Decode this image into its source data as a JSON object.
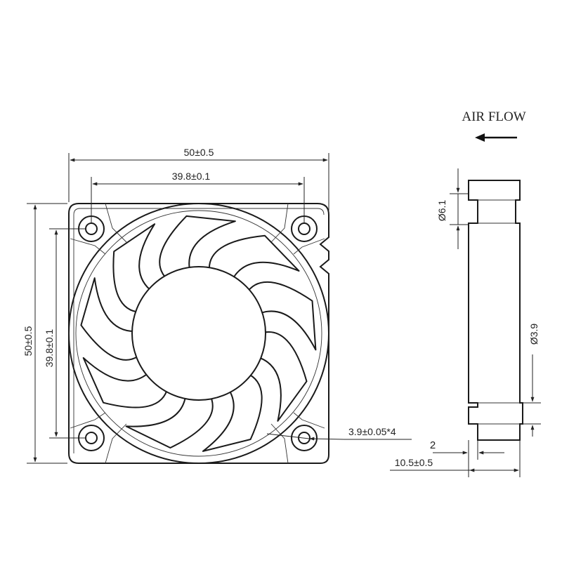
{
  "front_view": {
    "width_dim": "50±0.5",
    "hole_spacing_horizontal": "39.8±0.1",
    "height_dim": "50±0.5",
    "hole_spacing_vertical": "39.8±0.1",
    "mount_hole_callout": "3.9±0.05*4"
  },
  "side_view": {
    "airflow_label": "AIR FLOW",
    "airflow_direction": "left",
    "flange_dim": "Ø6.1",
    "slot_dim": "Ø3.9",
    "flange_thickness": "2",
    "depth_dim": "10.5±0.5"
  }
}
